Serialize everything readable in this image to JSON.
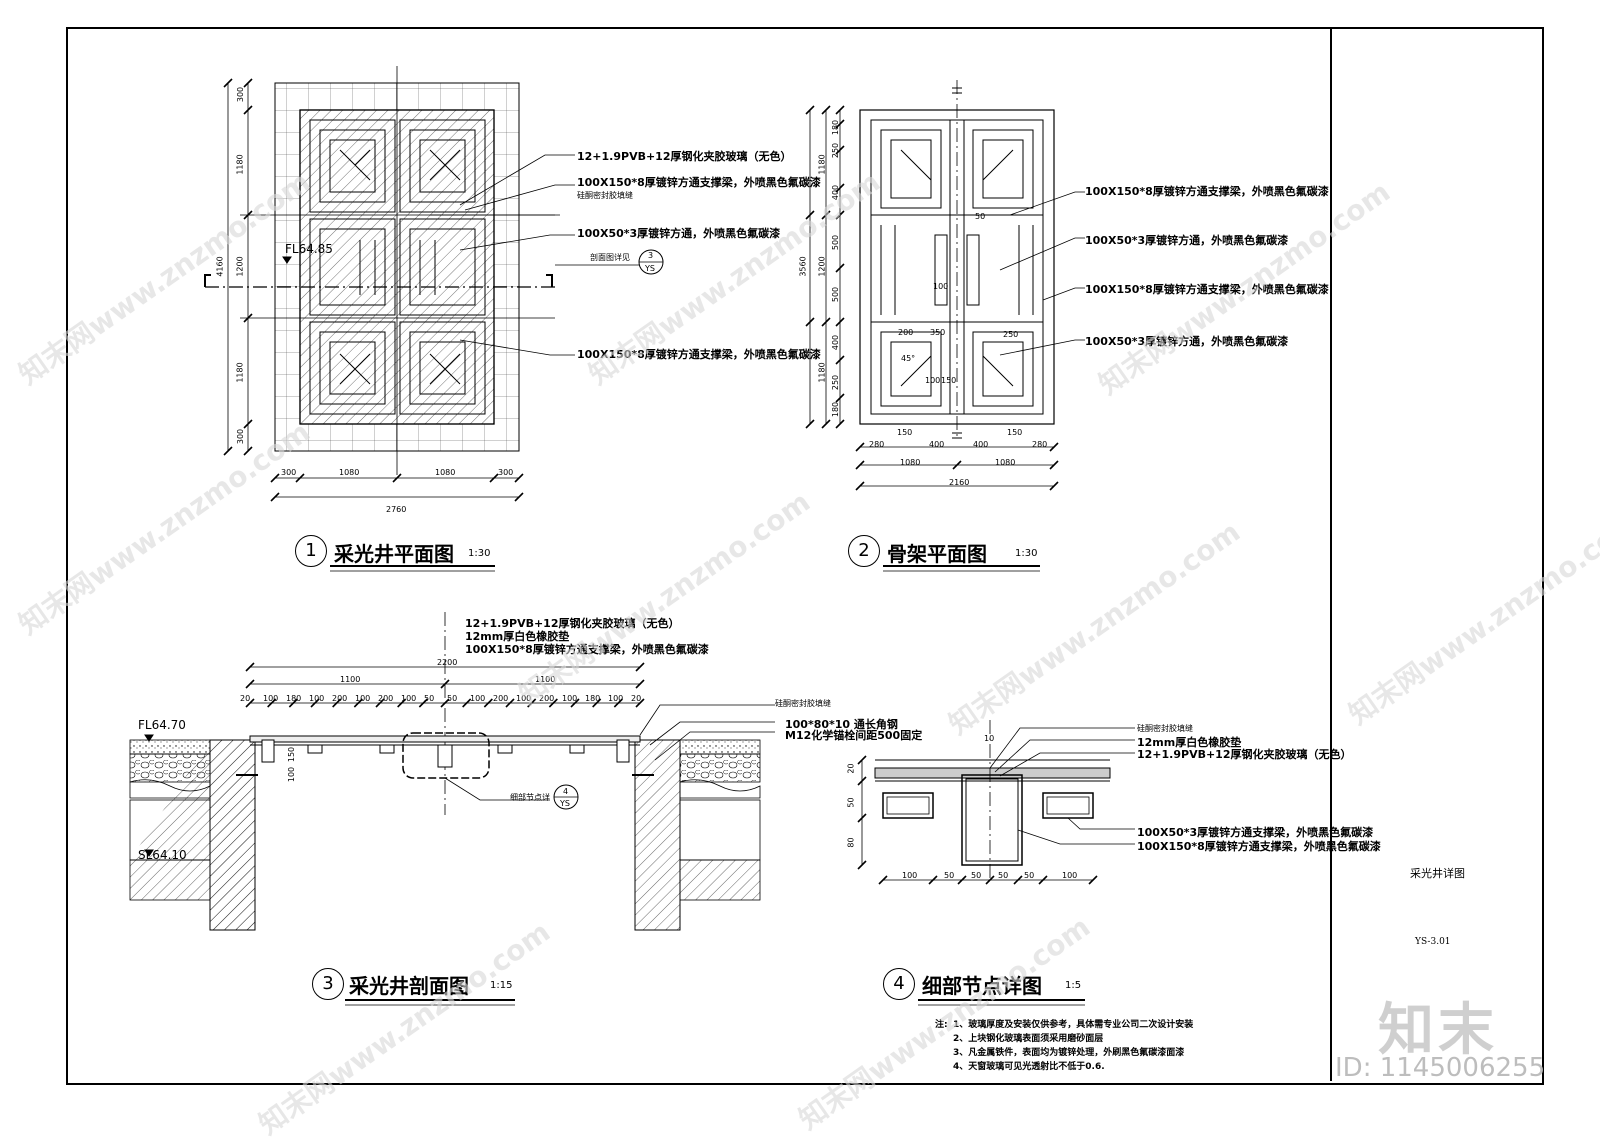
{
  "drawings": {
    "plan1": {
      "num": "1",
      "title": "采光井平面图",
      "scale": "1:30",
      "label_glass": "12+1.9PVB+12厚钢化夹胶玻璃（无色）",
      "label_beam_main": "100X150*8厚镀锌方通支撑梁，外喷黑色氟碳漆",
      "label_sealant": "硅酮密封胶填缝",
      "label_beam_sub": "100X50*3厚镀锌方通，外喷黑色氟碳漆",
      "label_beam_main2": "100X150*8厚镀锌方通支撑梁，外喷黑色氟碳漆",
      "label_section_ref": "剖面图详见",
      "elev": "FL64.85",
      "dims_left": [
        "300",
        "1180",
        "1200",
        "1180",
        "300"
      ],
      "dim_total_left": "4160",
      "dims_bottom": [
        "300",
        "1080",
        "1080",
        "300"
      ],
      "dim_total_bottom": "2760"
    },
    "plan2": {
      "num": "2",
      "title": "骨架平面图",
      "scale": "1:30",
      "label_a": "100X150*8厚镀锌方通支撑梁，外喷黑色氟碳漆",
      "label_b": "100X50*3厚镀锌方通，外喷黑色氟碳漆",
      "label_c": "100X150*8厚镀锌方通支撑梁，外喷黑色氟碳漆",
      "label_d": "100X50*3厚镀锌方通，外喷黑色氟碳漆",
      "dims_left": [
        "180",
        "250",
        "400",
        "500",
        "500",
        "400",
        "250",
        "180"
      ],
      "dims_left_group": [
        "1180",
        "1200",
        "1180"
      ],
      "dim_total_left": "3560",
      "dims_bottom": [
        "280",
        "150",
        "400",
        "400",
        "150",
        "280"
      ],
      "dims_bottom_group": [
        "1080",
        "1080"
      ],
      "dim_total_bottom": "2160",
      "inner_dims": [
        "50",
        "100",
        "200",
        "350",
        "250",
        "100",
        "150",
        "45°"
      ]
    },
    "section3": {
      "num": "3",
      "title": "采光井剖面图",
      "scale": "1:15",
      "label_glass": "12+1.9PVB+12厚钢化夹胶玻璃（无色）",
      "label_pad": "12mm厚白色橡胶垫",
      "label_beam": "100X150*8厚镀锌方通支撑梁，外喷黑色氟碳漆",
      "label_sealant": "硅酮密封胶填缝",
      "label_angle": "100*80*10 通长角钢",
      "label_anchor": "M12化学锚栓间距500固定",
      "label_detail_ref": "细部节点详",
      "elev_top": "FL64.70",
      "elev_bottom": "SL64.10",
      "dim_total": "2200",
      "dims_half": [
        "1100",
        "1100"
      ],
      "dims_row": [
        "20",
        "100",
        "180",
        "100",
        "200",
        "100",
        "200",
        "100",
        "50",
        "50",
        "100",
        "200",
        "100",
        "200",
        "100",
        "180",
        "100",
        "20"
      ],
      "dims_side": [
        "150",
        "100"
      ]
    },
    "detail4": {
      "num": "4",
      "title": "细部节点详图",
      "scale": "1:5",
      "label_sealant": "硅酮密封胶填缝",
      "label_pad": "12mm厚白色橡胶垫",
      "label_glass": "12+1.9PVB+12厚钢化夹胶玻璃（无色）",
      "label_sub": "100X50*3厚镀锌方通支撑梁，外喷黑色氟碳漆",
      "label_main": "100X150*8厚镀锌方通支撑梁，外喷黑色氟碳漆",
      "dims_bottom": [
        "100",
        "50",
        "50",
        "50",
        "50",
        "100"
      ],
      "dims_left": [
        "20",
        "50",
        "80"
      ],
      "dim_top": "10"
    }
  },
  "section_tags": {
    "plan1_ref_num": "3",
    "plan1_ref_sheet": "YS",
    "section_ref_num": "4",
    "section_ref_sheet": "YS"
  },
  "notes": {
    "prefix": "注:",
    "lines": [
      "1、玻璃厚度及安装仅供参考，具体需专业公司二次设计安装",
      "2、上块钢化玻璃表面须采用磨砂面层",
      "3、凡金属铁件，表面均为镀锌处理，外刷黑色氟碳漆面漆",
      "4、天窗玻璃可见光透射比不低于0.6."
    ]
  },
  "titleblock": {
    "sheet_title": "采光井详图",
    "sheet_no": "YS-3.01"
  },
  "watermark": {
    "text": "知末网www.znzmo.com",
    "logo": "知末",
    "id": "ID: 1145006255"
  }
}
